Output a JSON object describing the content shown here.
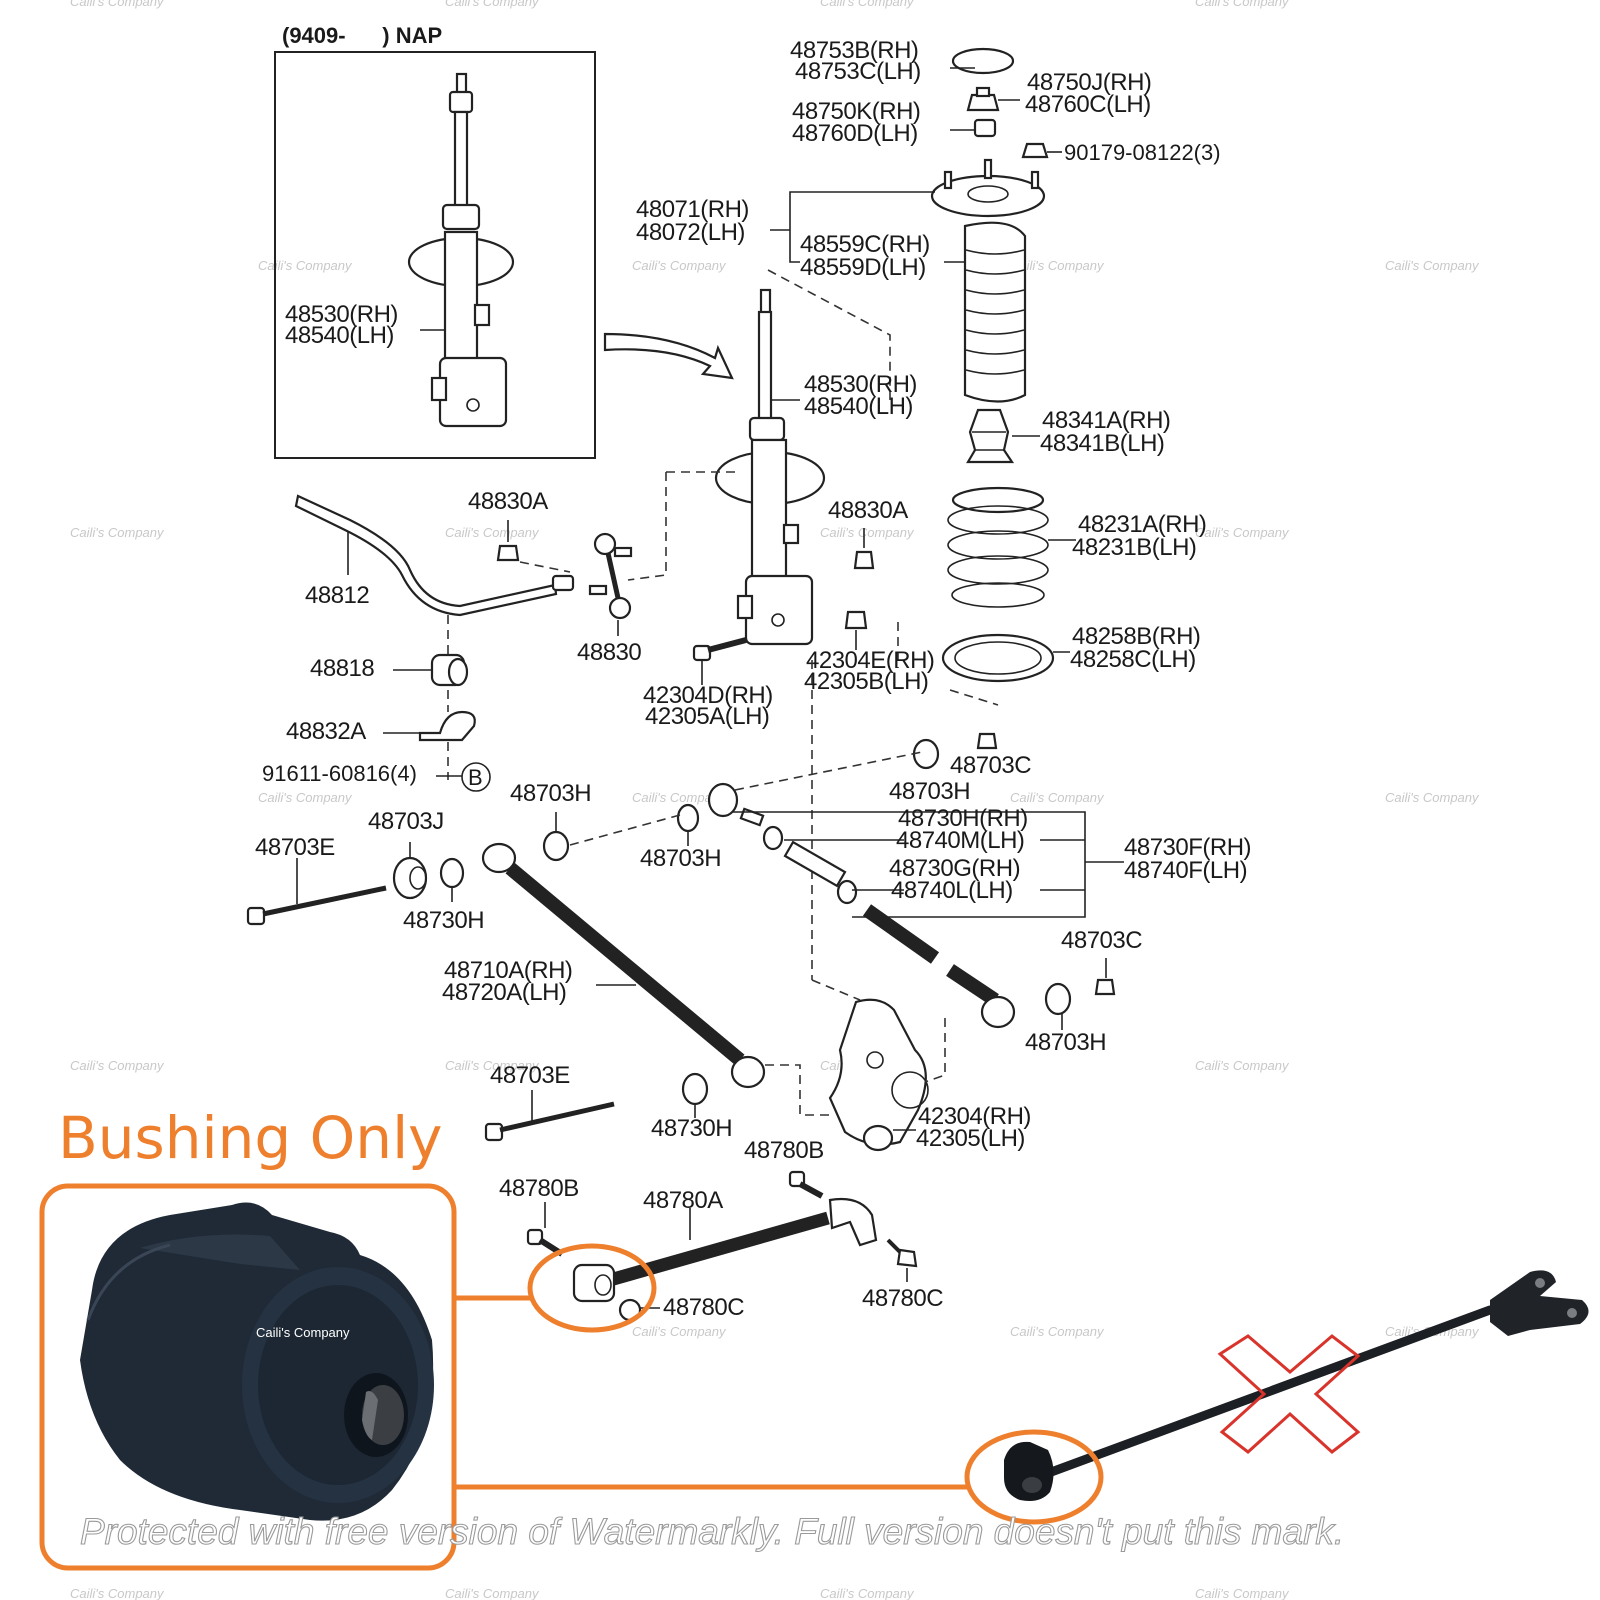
{
  "inset": {
    "heading": "(9409-      ) NAP",
    "strut_label_rh": "48530(RH)",
    "strut_label_lh": "48540(LH)"
  },
  "labels": {
    "l48753": [
      "48753B(RH)",
      "48753C(LH)"
    ],
    "l48750": [
      "48750J(RH)",
      "48760C(LH)"
    ],
    "l48750k": [
      "48750K(RH)",
      "48760D(LH)"
    ],
    "l90179": "90179-08122(3)",
    "l48071": [
      "48071(RH)",
      "48072(LH)"
    ],
    "l48559": [
      "48559C(RH)",
      "48559D(LH)"
    ],
    "l48530": [
      "48530(RH)",
      "48540(LH)"
    ],
    "l48341": [
      "48341A(RH)",
      "48341B(LH)"
    ],
    "l48231": [
      "48231A(RH)",
      "48231B(LH)"
    ],
    "l48258": [
      "48258B(RH)",
      "48258C(LH)"
    ],
    "l48830a_1": "48830A",
    "l48830a_2": "48830A",
    "l48812": "48812",
    "l48818": "48818",
    "l48830": "48830",
    "l42304e": [
      "42304E(RH)",
      "42305B(LH)"
    ],
    "l42304d": [
      "42304D(RH)",
      "42305A(LH)"
    ],
    "l48832a": "48832A",
    "l91611": "91611-60816(4)",
    "l_b": "B",
    "l48703c_1": "48703C",
    "l48703h_1": "48703H",
    "l48703h_2": "48703H",
    "l48703h_3": "48703H",
    "l48703h_4": "48703H",
    "l48703j": "48703J",
    "l48703e_1": "48703E",
    "l48730h_1": "48730H",
    "l48730h_2": "48730H",
    "l48730h_rh": [
      "48730H(RH)",
      "48740M(LH)"
    ],
    "l48730g": [
      "48730G(RH)",
      "48740L(LH)"
    ],
    "l48730f": [
      "48730F(RH)",
      "48740F(LH)"
    ],
    "l48703c_2": "48703C",
    "l48710a": [
      "48710A(RH)",
      "48720A(LH)"
    ],
    "l48703e_2": "48703E",
    "l42304": [
      "42304(RH)",
      "42305(LH)"
    ],
    "l48780b_1": "48780B",
    "l48780b_2": "48780B",
    "l48780a": "48780A",
    "l48780c_1": "48780C",
    "l48780c_2": "48780C"
  },
  "callout": {
    "title": "Bushing Only",
    "photo_caption": "Caili's Company"
  },
  "watermarks": {
    "company": "Caili's Company",
    "footer": "Protected with free version of Watermarkly. Full version doesn't put this mark."
  },
  "colors": {
    "accent": "#ee7f2d",
    "cross": "#d9342b",
    "line": "#222222"
  }
}
